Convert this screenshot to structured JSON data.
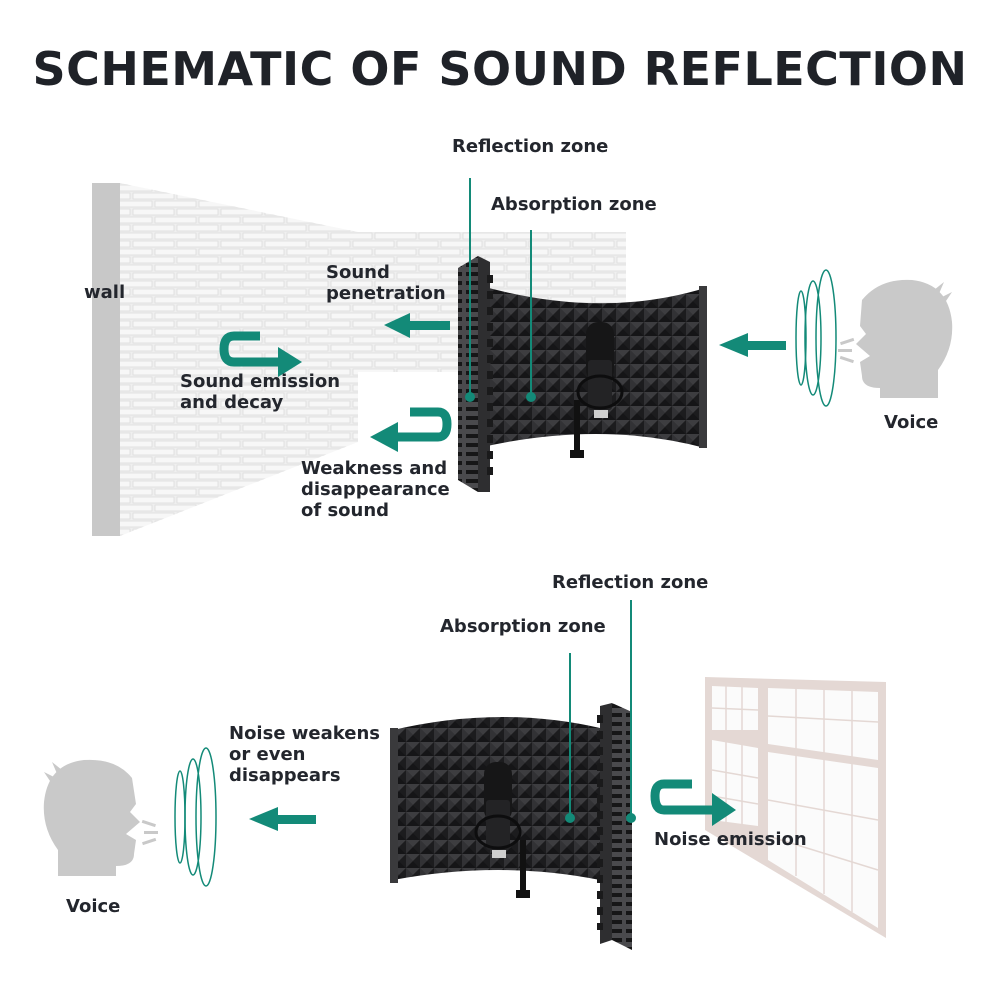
{
  "title": "SCHEMATIC OF SOUND REFLECTION",
  "colors": {
    "accent": "#138a78",
    "text": "#1f2228",
    "silhouette": "#c9c9c9",
    "foam": "#2b2b2d",
    "panel_frame": "#3a3a3c",
    "wall": "#ececec",
    "wall_edge": "#c8c8c8",
    "window_frame": "#e4d8d4"
  },
  "top_scene": {
    "labels": {
      "wall": "wall",
      "reflection_zone": "Reflection zone",
      "absorption_zone": "Absorption zone",
      "sound_penetration": [
        "Sound",
        "penetration"
      ],
      "sound_emission": [
        "Sound emission",
        "and decay"
      ],
      "weakness": [
        "Weakness and",
        "disappearance",
        "of sound"
      ],
      "voice": "Voice"
    },
    "icons": [
      "brick-wall",
      "u-turn-arrow-right",
      "arrow-left",
      "u-turn-arrow-left",
      "vocal-booth-shield",
      "microphone",
      "sound-waves",
      "speaking-head"
    ]
  },
  "bottom_scene": {
    "labels": {
      "reflection_zone": "Reflection zone",
      "absorption_zone": "Absorption zone",
      "noise_weakens": [
        "Noise weakens",
        "or even",
        "disappears"
      ],
      "noise_emission": "Noise emission",
      "voice": "Voice"
    },
    "icons": [
      "speaking-head",
      "sound-waves",
      "arrow-left",
      "vocal-booth-shield",
      "microphone",
      "u-turn-arrow-right",
      "window"
    ]
  }
}
